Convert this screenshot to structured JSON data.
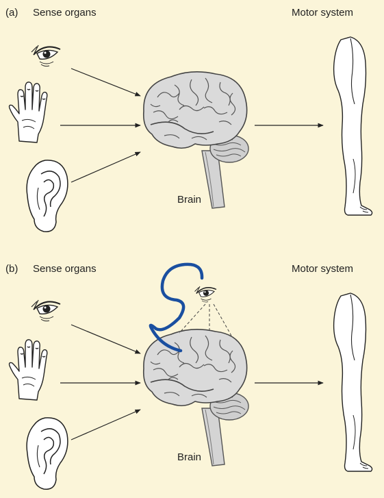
{
  "panels": [
    {
      "letter": "(a)",
      "sense_label": "Sense organs",
      "motor_label": "Motor system",
      "brain_label": "Brain"
    },
    {
      "letter": "(b)",
      "sense_label": "Sense organs",
      "motor_label": "Motor system",
      "brain_label": "Brain"
    }
  ],
  "colors": {
    "background": "#fbf5d9",
    "brain_fill": "#d9d9d9",
    "line": "#222222",
    "highlight": "#1a4fa0"
  },
  "icons": [
    "eye-icon",
    "hand-icon",
    "ear-icon",
    "brain-icon",
    "body-icon"
  ]
}
